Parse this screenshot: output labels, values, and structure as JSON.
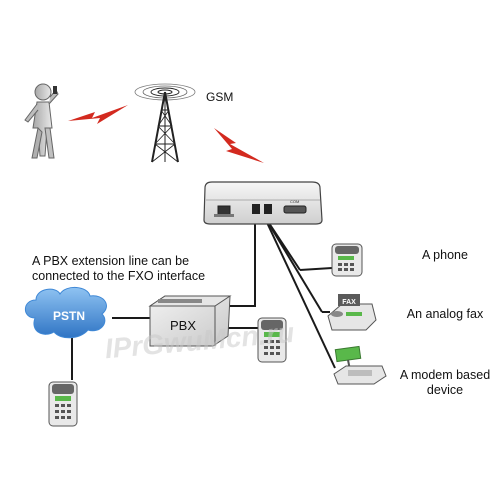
{
  "labels": {
    "gsm": "GSM",
    "pbx_note_line1": "A PBX extension line can be",
    "pbx_note_line2": "connected to the FXO interface",
    "pstn": "PSTN",
    "pbx": "PBX",
    "phone": "A phone",
    "fax_device": "An analog fax",
    "modem_line1": "A modem based",
    "modem_line2": "device",
    "fax_tag": "FAX",
    "port_label": "COM"
  },
  "watermark": "IPrGwuMcn.ru",
  "colors": {
    "signal_red": "#d32a1f",
    "cloud_blue": "#3f88d6",
    "line": "#1a1a1a",
    "lcd_green": "#59b84a"
  }
}
